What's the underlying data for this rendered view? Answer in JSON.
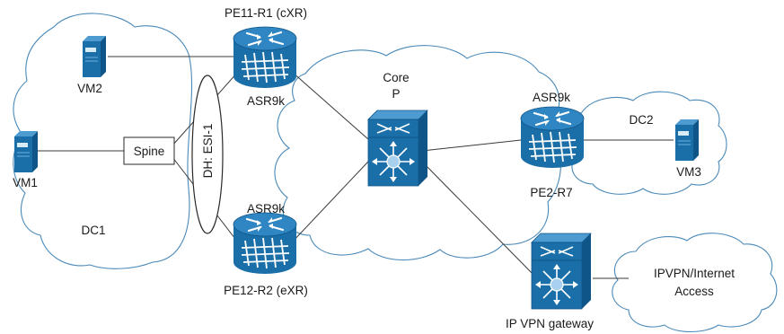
{
  "labels": {
    "pe11": "PE11-R1 (cXR)",
    "asr_pe11": "ASR9k",
    "asr_pe12": "ASR9k",
    "pe12": "PE12-R2 (eXR)",
    "core": "Core",
    "p": "P",
    "asr_pe2": "ASR9k",
    "pe2": "PE2-R7",
    "dc2": "DC2",
    "vm3": "VM3",
    "vm2": "VM2",
    "vm1": "VM1",
    "spine": "Spine",
    "dh": "DH: ESI-1",
    "dc1": "DC1",
    "ipvpn_internet_1": "IPVPN/Internet",
    "ipvpn_internet_2": "Access",
    "gateway": "IP VPN gateway"
  },
  "icons": {
    "router": "router-icon",
    "switch": "multilayer-switch-icon",
    "server": "server-icon",
    "cloud": "cloud-icon"
  },
  "colors": {
    "device_blue": "#1b6fa8",
    "device_dark": "#0f5588",
    "cloud_stroke": "#4a89b8",
    "line": "#3a3a3a"
  }
}
